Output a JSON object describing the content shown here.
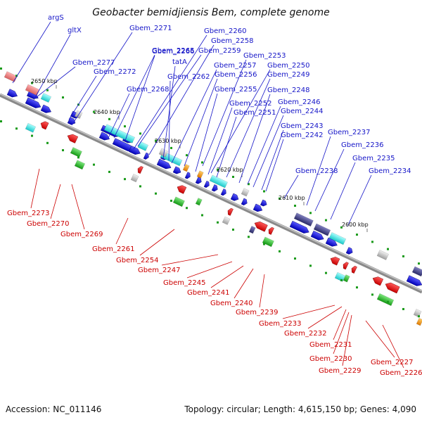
{
  "title": "Geobacter bemidjiensis Bem, complete genome",
  "footer": {
    "accession": "Accession: NC_011146",
    "topology": "Topology: circular; Length: 4,615,150 bp; Genes: 4,090"
  },
  "ticks": [
    "2650 kbp",
    "2640 kbp",
    "2630 kbp",
    "2620 kbp",
    "2610 kbp",
    "2600 kbp"
  ],
  "genes_upper": [
    "argS",
    "gltX",
    "Gbem_2271",
    "Gbem_2260",
    "Gbem_2265",
    "Gbem_2258",
    "Gbem_2266",
    "Gbem_2259",
    "Gbem_2277",
    "Gbem_2253",
    "tatA",
    "Gbem_2272",
    "Gbem_2257",
    "Gbem_2250",
    "Gbem_2262",
    "Gbem_2256",
    "Gbem_2249",
    "Gbem_2255",
    "Gbem_2268",
    "Gbem_2248",
    "Gbem_2252",
    "Gbem_2246",
    "Gbem_2251",
    "Gbem_2244",
    "Gbem_2243",
    "Gbem_2242",
    "Gbem_2237",
    "Gbem_2236",
    "Gbem_2235",
    "Gbem_2238",
    "Gbem_2234"
  ],
  "genes_lower": [
    "Gbem_2273",
    "Gbem_2270",
    "Gbem_2269",
    "Gbem_2261",
    "Gbem_2254",
    "Gbem_2247",
    "Gbem_2245",
    "Gbem_2241",
    "Gbem_2240",
    "Gbem_2239",
    "Gbem_2233",
    "Gbem_2232",
    "Gbem_2231",
    "Gbem_2230",
    "Gbem_2229",
    "Gbem_2227",
    "Gbem_2226"
  ],
  "colors": {
    "label_upper": "#1515c8",
    "label_lower": "#cc0000",
    "backbone": "#8a8a8a",
    "cds_forward": "#1a1aee",
    "cds_reverse": "#ee1111",
    "track_cyan": "#22dddd",
    "track_green": "#22bb22",
    "track_purple": "#4a4a8a",
    "track_pink": "#f08080",
    "track_gray": "#c8c8c8",
    "track_orange": "#ff9900"
  }
}
